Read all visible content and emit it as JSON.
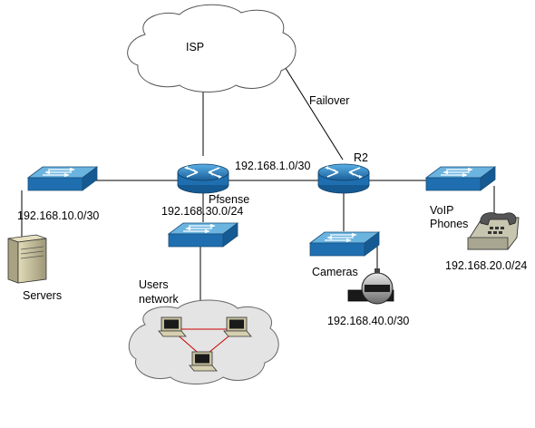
{
  "labels": {
    "isp": "ISP",
    "failover": "Failover",
    "link_pfsense_r2": "192.168.1.0/30",
    "r2": "R2",
    "servers_subnet": "192.168.10.0/30",
    "pfsense": "Pfsense",
    "users_subnet": "192.168.30.0/24",
    "voip_line1": "VoIP",
    "voip_line2": "Phones",
    "voip_subnet": "192.168.20.0/24",
    "cameras": "Cameras",
    "cameras_subnet": "192.168.40.0/30",
    "servers": "Servers",
    "users_line1": "Users",
    "users_line2": "network"
  },
  "colors": {
    "switch_top": "#5aa8d8",
    "switch_front": "#1f6fb0",
    "router": "#2a7fc0",
    "cloud_fill": "#ffffff",
    "lan_cloud_fill": "#e4e4e4",
    "server": "#c8c2a0",
    "phone": "#c8c6b0",
    "link": "#000000",
    "lan_link": "#cc0000"
  }
}
